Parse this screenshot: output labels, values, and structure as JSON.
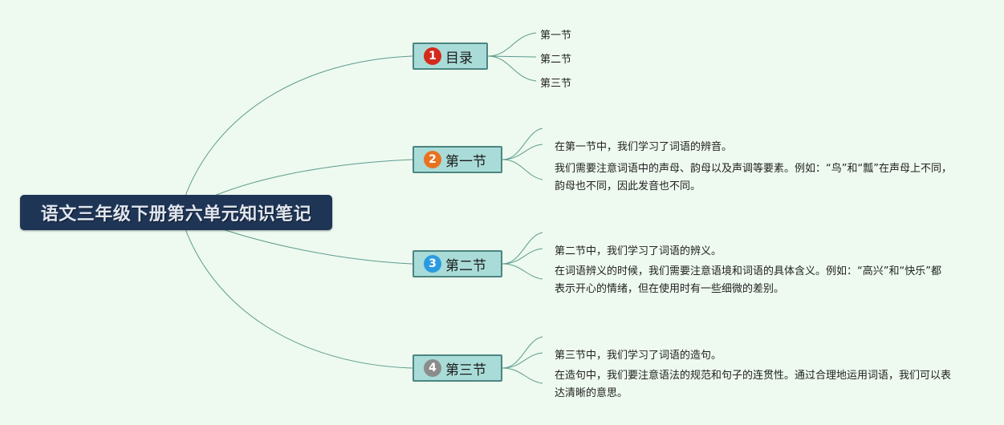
{
  "root": {
    "title": "语文三年级下册第六单元知识笔记"
  },
  "topics": [
    {
      "marker": "1",
      "marker_color": "#d42a1c",
      "label": "目录",
      "children": [
        "第一节",
        "第二节",
        "第三节"
      ]
    },
    {
      "marker": "2",
      "marker_color": "#e8721f",
      "label": "第一节",
      "children": [
        "在第一节中，我们学习了词语的辨音。",
        "我们需要注意词语中的声母、韵母以及声调等要素。例如：“鸟”和“瓢”在声母上不同，韵母也不同，因此发音也不同。"
      ]
    },
    {
      "marker": "3",
      "marker_color": "#2a9be0",
      "label": "第二节",
      "children": [
        "第二节中，我们学习了词语的辨义。",
        "在词语辨义的时候，我们需要注意语境和词语的具体含义。例如：“高兴”和“快乐”都表示开心的情绪，但在使用时有一些细微的差别。"
      ]
    },
    {
      "marker": "4",
      "marker_color": "#8c8c8c",
      "label": "第三节",
      "children": [
        "第三节中，我们学习了词语的造句。",
        "在造句中，我们要注意语法的规范和句子的连贯性。通过合理地运用词语，我们可以表达清晰的意思。"
      ]
    }
  ],
  "colors": {
    "background": "#eefaef",
    "line": "#5d9a8f",
    "root_fill": "#1f3556",
    "topic_fill": "#a9dcd8"
  }
}
